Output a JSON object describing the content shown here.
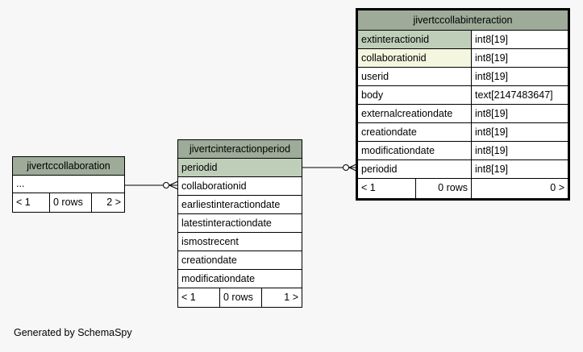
{
  "tables": {
    "collaboration": {
      "name": "jivertccollaboration",
      "rows": [
        "..."
      ],
      "footer": {
        "left": "< 1",
        "mid": "0 rows",
        "right": "2 >"
      }
    },
    "period": {
      "name": "jivertcinteractionperiod",
      "columns": [
        "periodid",
        "collaborationid",
        "earliestinteractiondate",
        "latestinteractiondate",
        "ismostrecent",
        "creationdate",
        "modificationdate"
      ],
      "footer": {
        "left": "< 1",
        "mid": "0 rows",
        "right": "1 >"
      }
    },
    "interaction": {
      "name": "jivertccollabinteraction",
      "columns": [
        {
          "name": "extinteractionid",
          "type": "int8[19]"
        },
        {
          "name": "collaborationid",
          "type": "int8[19]"
        },
        {
          "name": "userid",
          "type": "int8[19]"
        },
        {
          "name": "body",
          "type": "text[2147483647]"
        },
        {
          "name": "externalcreationdate",
          "type": "int8[19]"
        },
        {
          "name": "creationdate",
          "type": "int8[19]"
        },
        {
          "name": "modificationdate",
          "type": "int8[19]"
        },
        {
          "name": "periodid",
          "type": "int8[19]"
        }
      ],
      "footer": {
        "left": "< 1",
        "mid": "0 rows",
        "right": "0 >"
      }
    }
  },
  "caption": "Generated by SchemaSpy",
  "colors": {
    "header": "#9dab98",
    "primary_key": "#bfceb9",
    "foreign_key": "#f4f6df",
    "background": "#f7f7f7"
  }
}
